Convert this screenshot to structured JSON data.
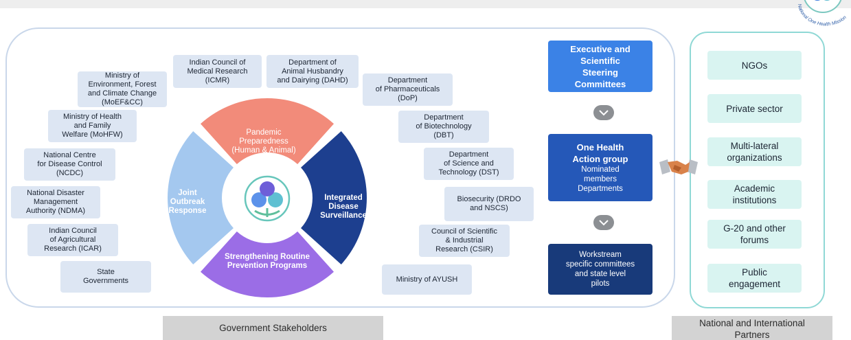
{
  "logo": {
    "text": "National One Health Mission"
  },
  "government": {
    "caption": "Government Stakeholders",
    "stakeholders": [
      "Indian Council of\nMedical Research\n(ICMR)",
      "Department of\nAnimal Husbandry\nand Dairying (DAHD)",
      "Ministry of\nEnvironment, Forest\nand Climate Change\n(MoEF&CC)",
      "Department\nof Pharmaceuticals\n(DoP)",
      "Ministry of Health\nand Family\nWelfare (MoHFW)",
      "Department\nof Biotechnology\n(DBT)",
      "National Centre\nfor Disease Control\n(NCDC)",
      "Department\nof Science and\nTechnology (DST)",
      "National Disaster\nManagement\nAuthority (NDMA)",
      "Biosecurity (DRDO\nand NSCS)",
      "Indian Council\nof Agricultural\nResearch (ICAR)",
      "Council of Scientific\n& Industrial\nResearch (CSIR)",
      "State\nGovernments",
      "Ministry of AYUSH"
    ]
  },
  "wheel": {
    "segments": [
      {
        "title": "Pandemic\nPreparedness",
        "subtitle": "(Human & Animal)",
        "color": "#f28b7a"
      },
      {
        "title": "Integrated\nDisease\nSurveillance",
        "subtitle": "",
        "color": "#1d3f8f"
      },
      {
        "title": "Strengthening Routine\nPrevention Programs",
        "subtitle": "",
        "color": "#9b6de6"
      },
      {
        "title": "Joint\nOutbreak\nResponse",
        "subtitle": "",
        "color": "#a4c8ef"
      }
    ]
  },
  "governance": {
    "steering": {
      "title": "Executive and\nScientific\nSteering\nCommittees",
      "color": "#3b82e6"
    },
    "action_group": {
      "title": "One Health\nAction group",
      "subtitle": "Nominated\nmembers\nDepartments",
      "color": "#2558b8"
    },
    "workstream": {
      "title": "Workstream\nspecific committees\nand state level\npilots",
      "color": "#183a7a"
    }
  },
  "partners": {
    "caption": "National and International\nPartners",
    "items": [
      "NGOs",
      "Private sector",
      "Multi-lateral\norganizations",
      "Academic\ninstitutions",
      "G-20 and other\nforums",
      "Public\nengagement"
    ]
  }
}
